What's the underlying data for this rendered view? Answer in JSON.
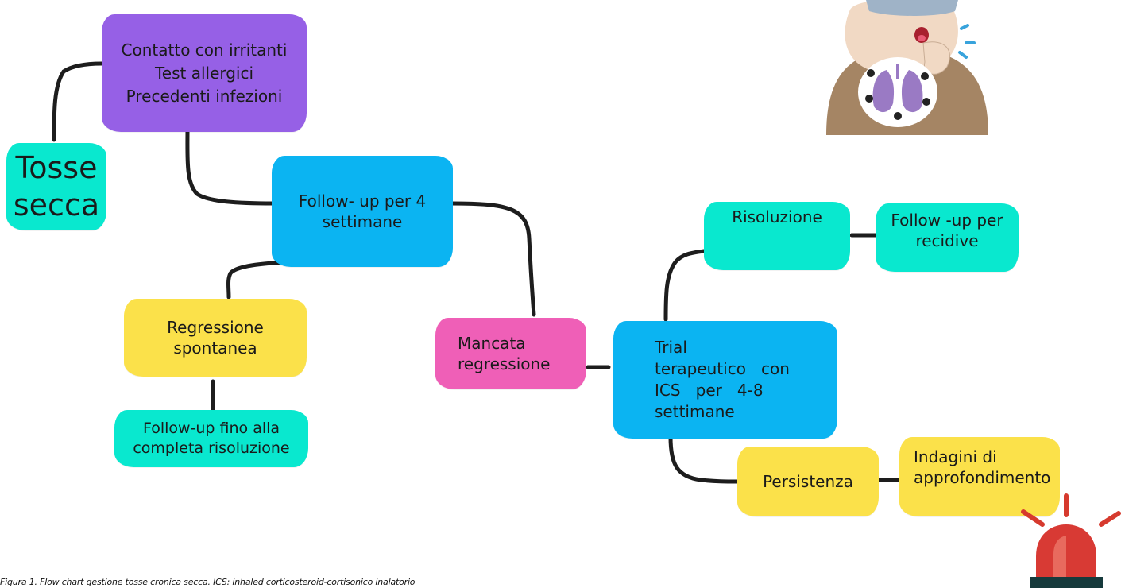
{
  "colors": {
    "purple": "#9660e6",
    "teal": "#09e8cf",
    "blue": "#0bb4f2",
    "yellow": "#fbe14a",
    "pink": "#ef5fb7",
    "connector": "#1d1d1d"
  },
  "nodes": {
    "tosse": [
      "Tosse",
      "secca"
    ],
    "contatto": [
      "Contatto con irritanti",
      "Test allergici",
      "Precedenti infezioni"
    ],
    "followup4": [
      "Follow- up per 4",
      "settimane"
    ],
    "regressione": [
      "Regressione",
      "spontanea"
    ],
    "followup_ris": [
      "Follow-up fino alla",
      "completa risoluzione"
    ],
    "mancata": [
      "Mancata",
      "regressione"
    ],
    "trial": [
      "Trial",
      "terapeutico   con",
      "ICS   per   4-8",
      "settimane"
    ],
    "risoluzione": [
      "Risoluzione"
    ],
    "recidive": [
      "Follow -up per",
      "recidive"
    ],
    "persistenza": [
      "Persistenza"
    ],
    "indagini": [
      "Indagini di",
      "approfondimento"
    ]
  },
  "caption": "Figura 1. Flow chart gestione tosse cronica secca. ICS: inhaled corticosteroid-cortisonico inalatorio",
  "illustrations": [
    "coughing-child-illustration",
    "siren-icon"
  ]
}
